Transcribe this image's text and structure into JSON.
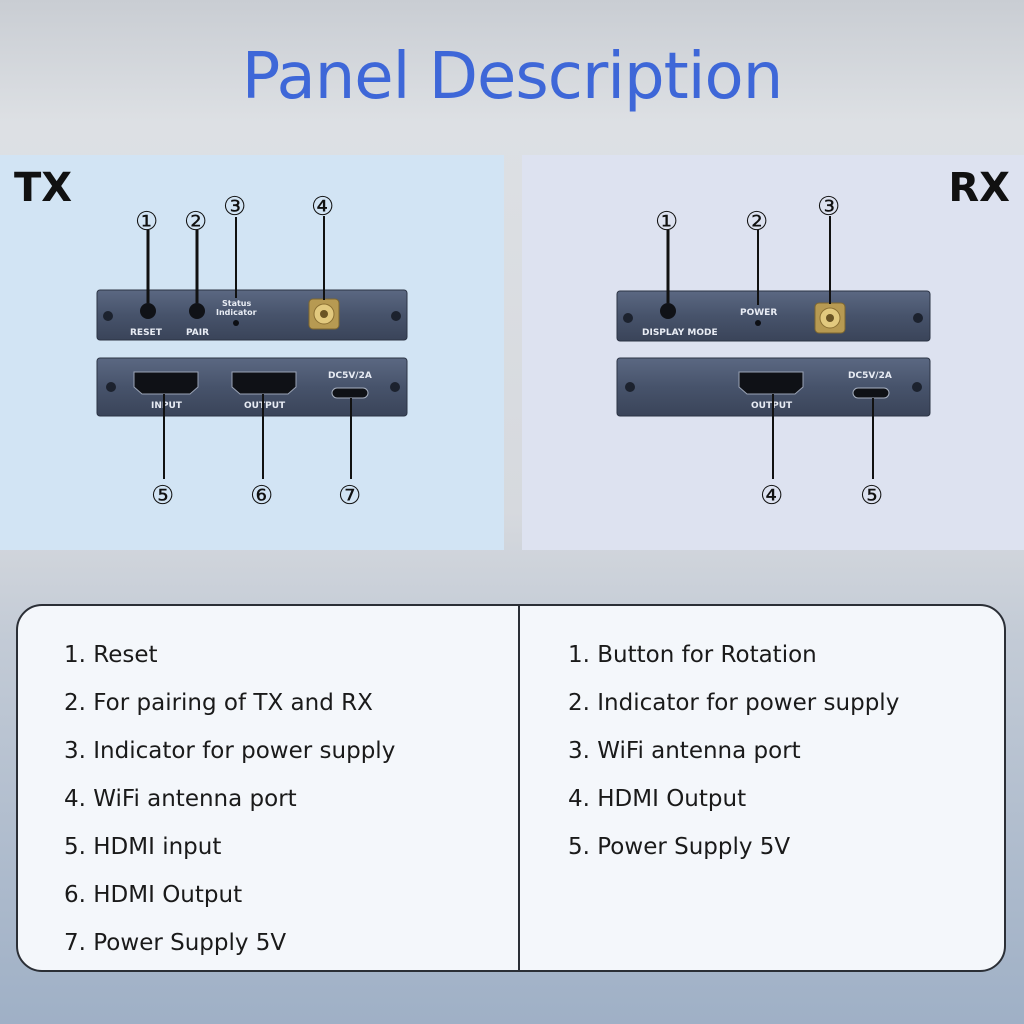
{
  "title": "Panel Description",
  "tx": {
    "label": "TX",
    "top_panel": {
      "reset": "RESET",
      "pair": "PAIR",
      "status_line1": "Status",
      "status_line2": "Indicator"
    },
    "bottom_panel": {
      "input": "INPUT",
      "output": "OUTPUT",
      "power": "DC5V/2A"
    },
    "callouts": [
      "①",
      "②",
      "③",
      "④",
      "⑤",
      "⑥",
      "⑦"
    ]
  },
  "rx": {
    "label": "RX",
    "top_panel": {
      "display_mode": "DISPLAY MODE",
      "power": "POWER"
    },
    "bottom_panel": {
      "output": "OUTPUT",
      "power": "DC5V/2A"
    },
    "callouts": [
      "①",
      "②",
      "③",
      "④",
      "⑤"
    ]
  },
  "descriptions": {
    "tx": [
      "1. Reset",
      "2. For pairing of TX and RX",
      "3. Indicator for power supply",
      "4. WiFi antenna port",
      "5. HDMI input",
      "6. HDMI Output",
      "7. Power Supply 5V"
    ],
    "rx": [
      "1. Button for Rotation",
      "2. Indicator for power supply",
      "3. WiFi antenna port",
      "4. HDMI Output",
      "5. Power Supply 5V"
    ]
  }
}
